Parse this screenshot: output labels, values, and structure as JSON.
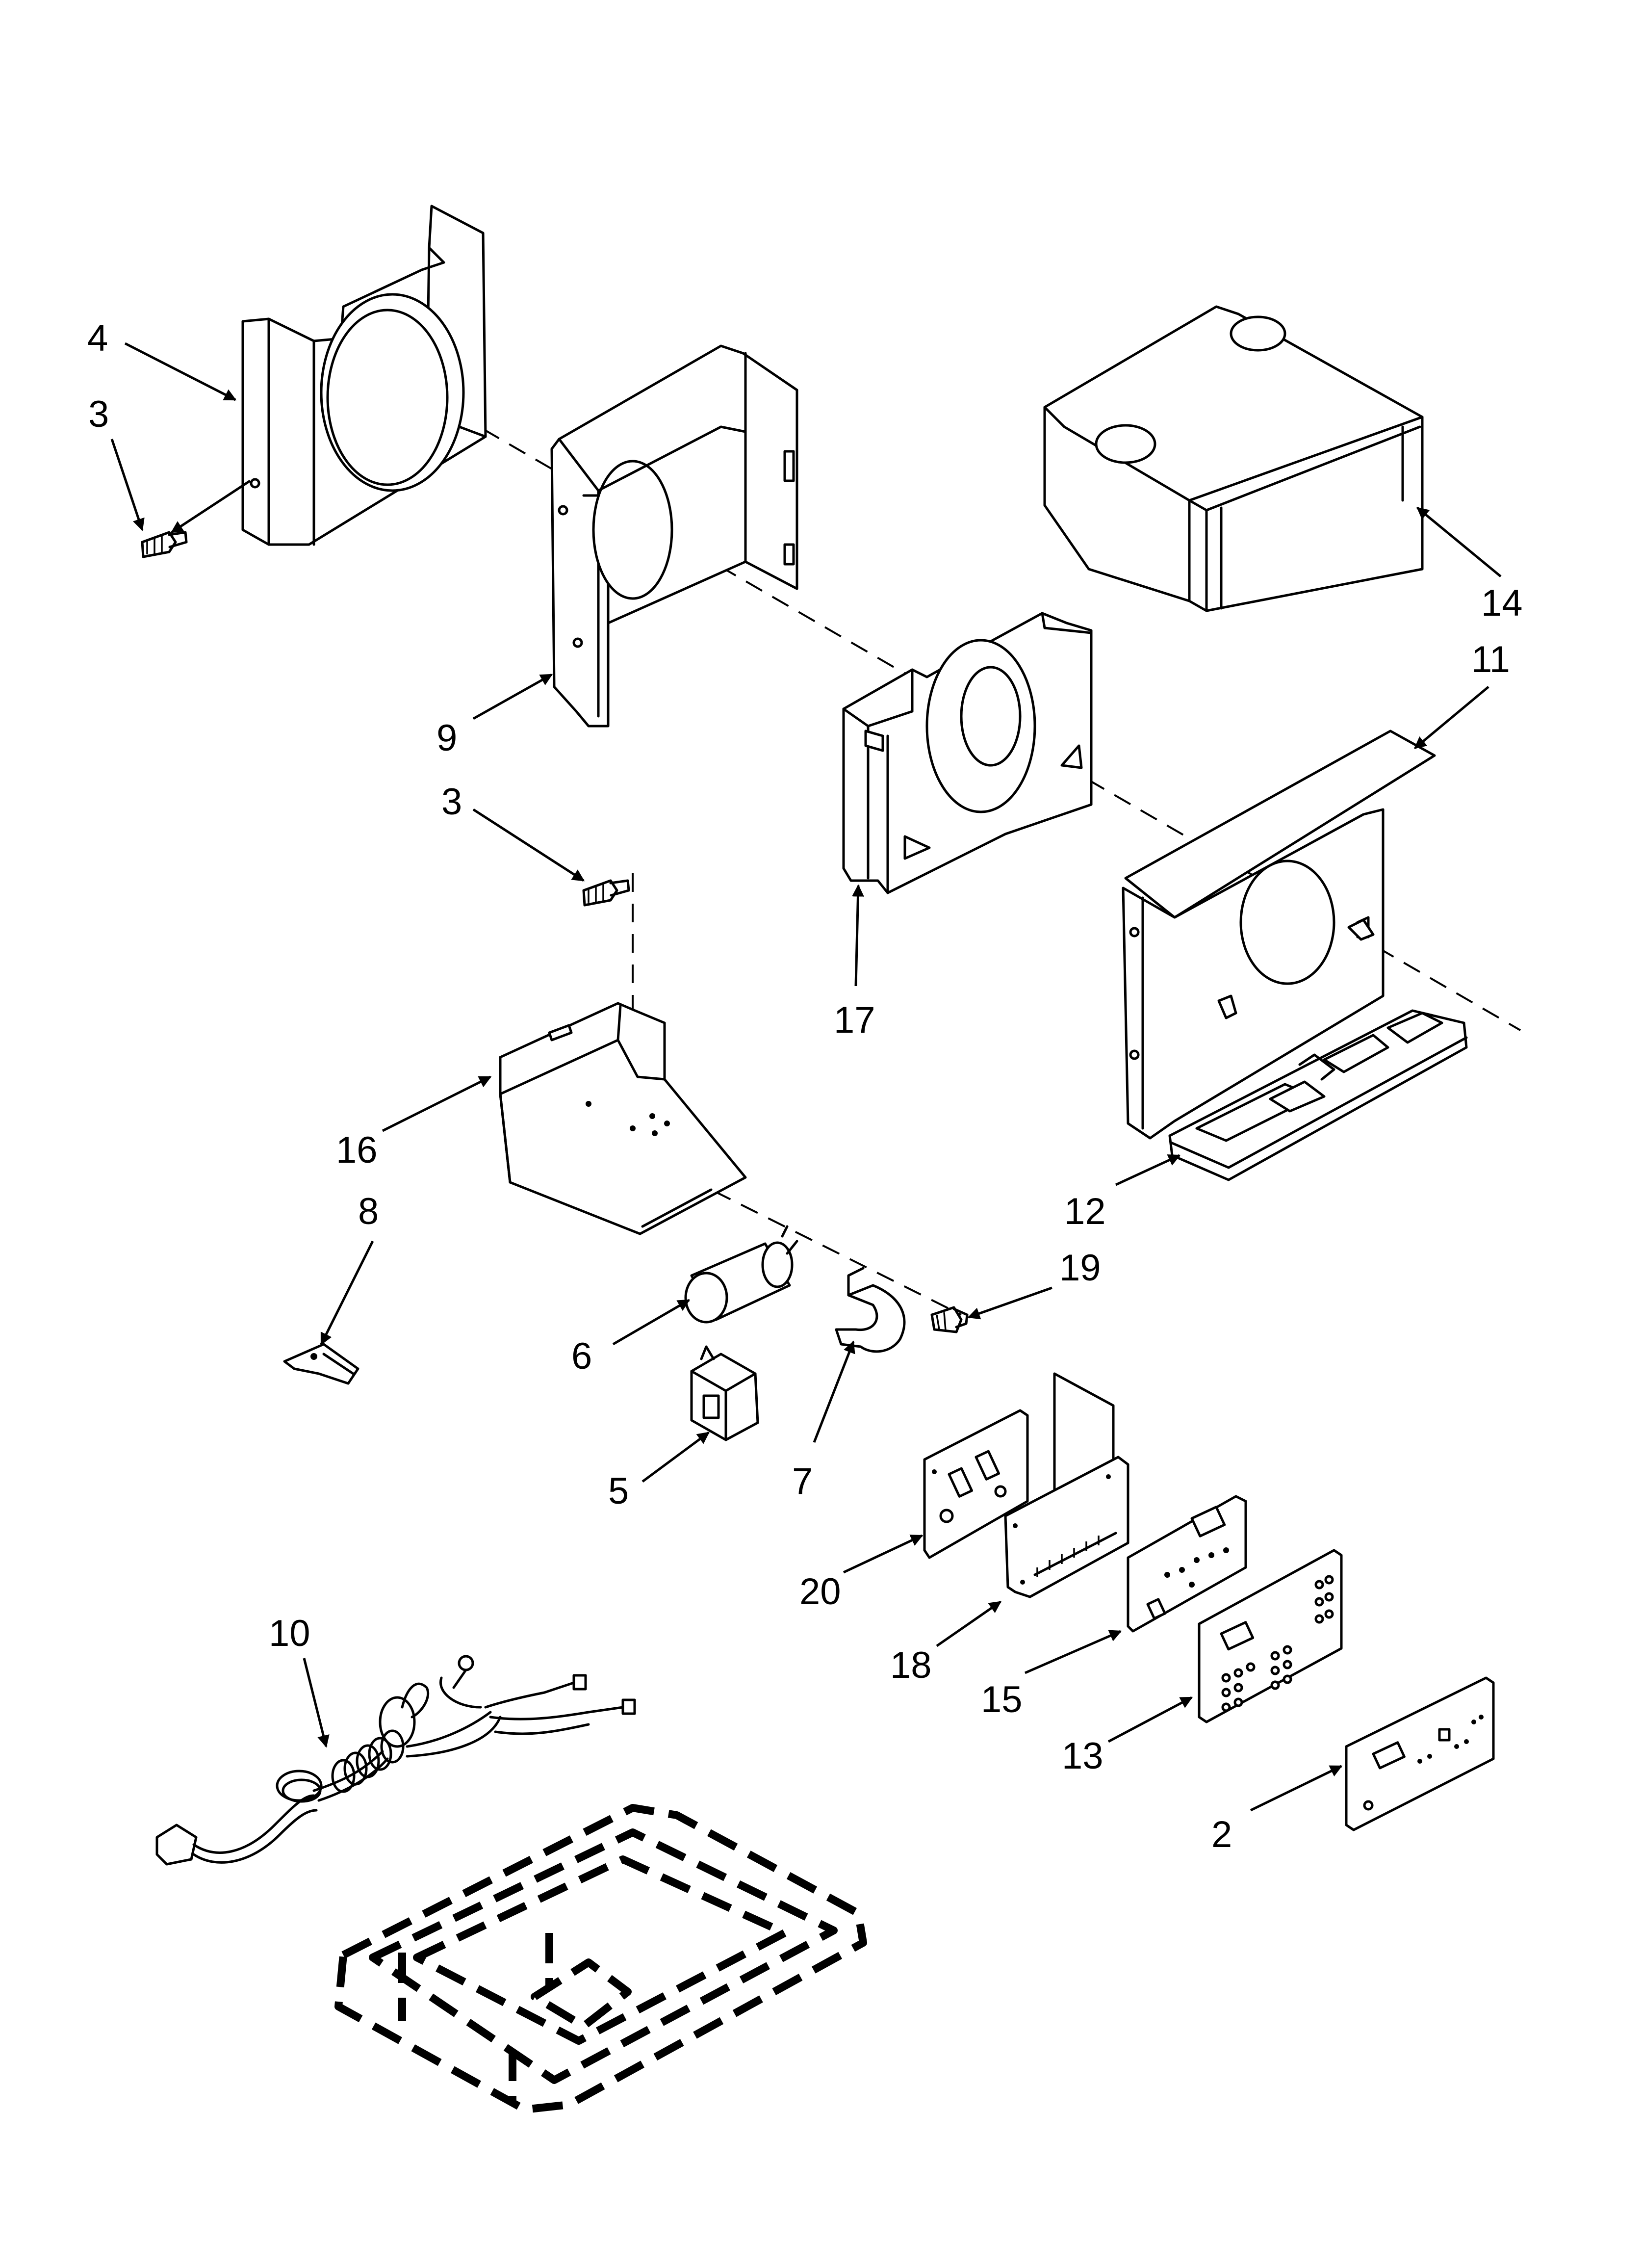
{
  "diagram": {
    "callouts": [
      {
        "id": "callout-4",
        "label": "4"
      },
      {
        "id": "callout-3a",
        "label": "3"
      },
      {
        "id": "callout-9",
        "label": "9"
      },
      {
        "id": "callout-3b",
        "label": "3"
      },
      {
        "id": "callout-16",
        "label": "16"
      },
      {
        "id": "callout-8",
        "label": "8"
      },
      {
        "id": "callout-6",
        "label": "6"
      },
      {
        "id": "callout-5",
        "label": "5"
      },
      {
        "id": "callout-7",
        "label": "7"
      },
      {
        "id": "callout-17",
        "label": "17"
      },
      {
        "id": "callout-14",
        "label": "14"
      },
      {
        "id": "callout-11",
        "label": "11"
      },
      {
        "id": "callout-12",
        "label": "12"
      },
      {
        "id": "callout-19",
        "label": "19"
      },
      {
        "id": "callout-20",
        "label": "20"
      },
      {
        "id": "callout-18",
        "label": "18"
      },
      {
        "id": "callout-15",
        "label": "15"
      },
      {
        "id": "callout-13",
        "label": "13"
      },
      {
        "id": "callout-2",
        "label": "2"
      },
      {
        "id": "callout-10",
        "label": "10"
      }
    ]
  }
}
